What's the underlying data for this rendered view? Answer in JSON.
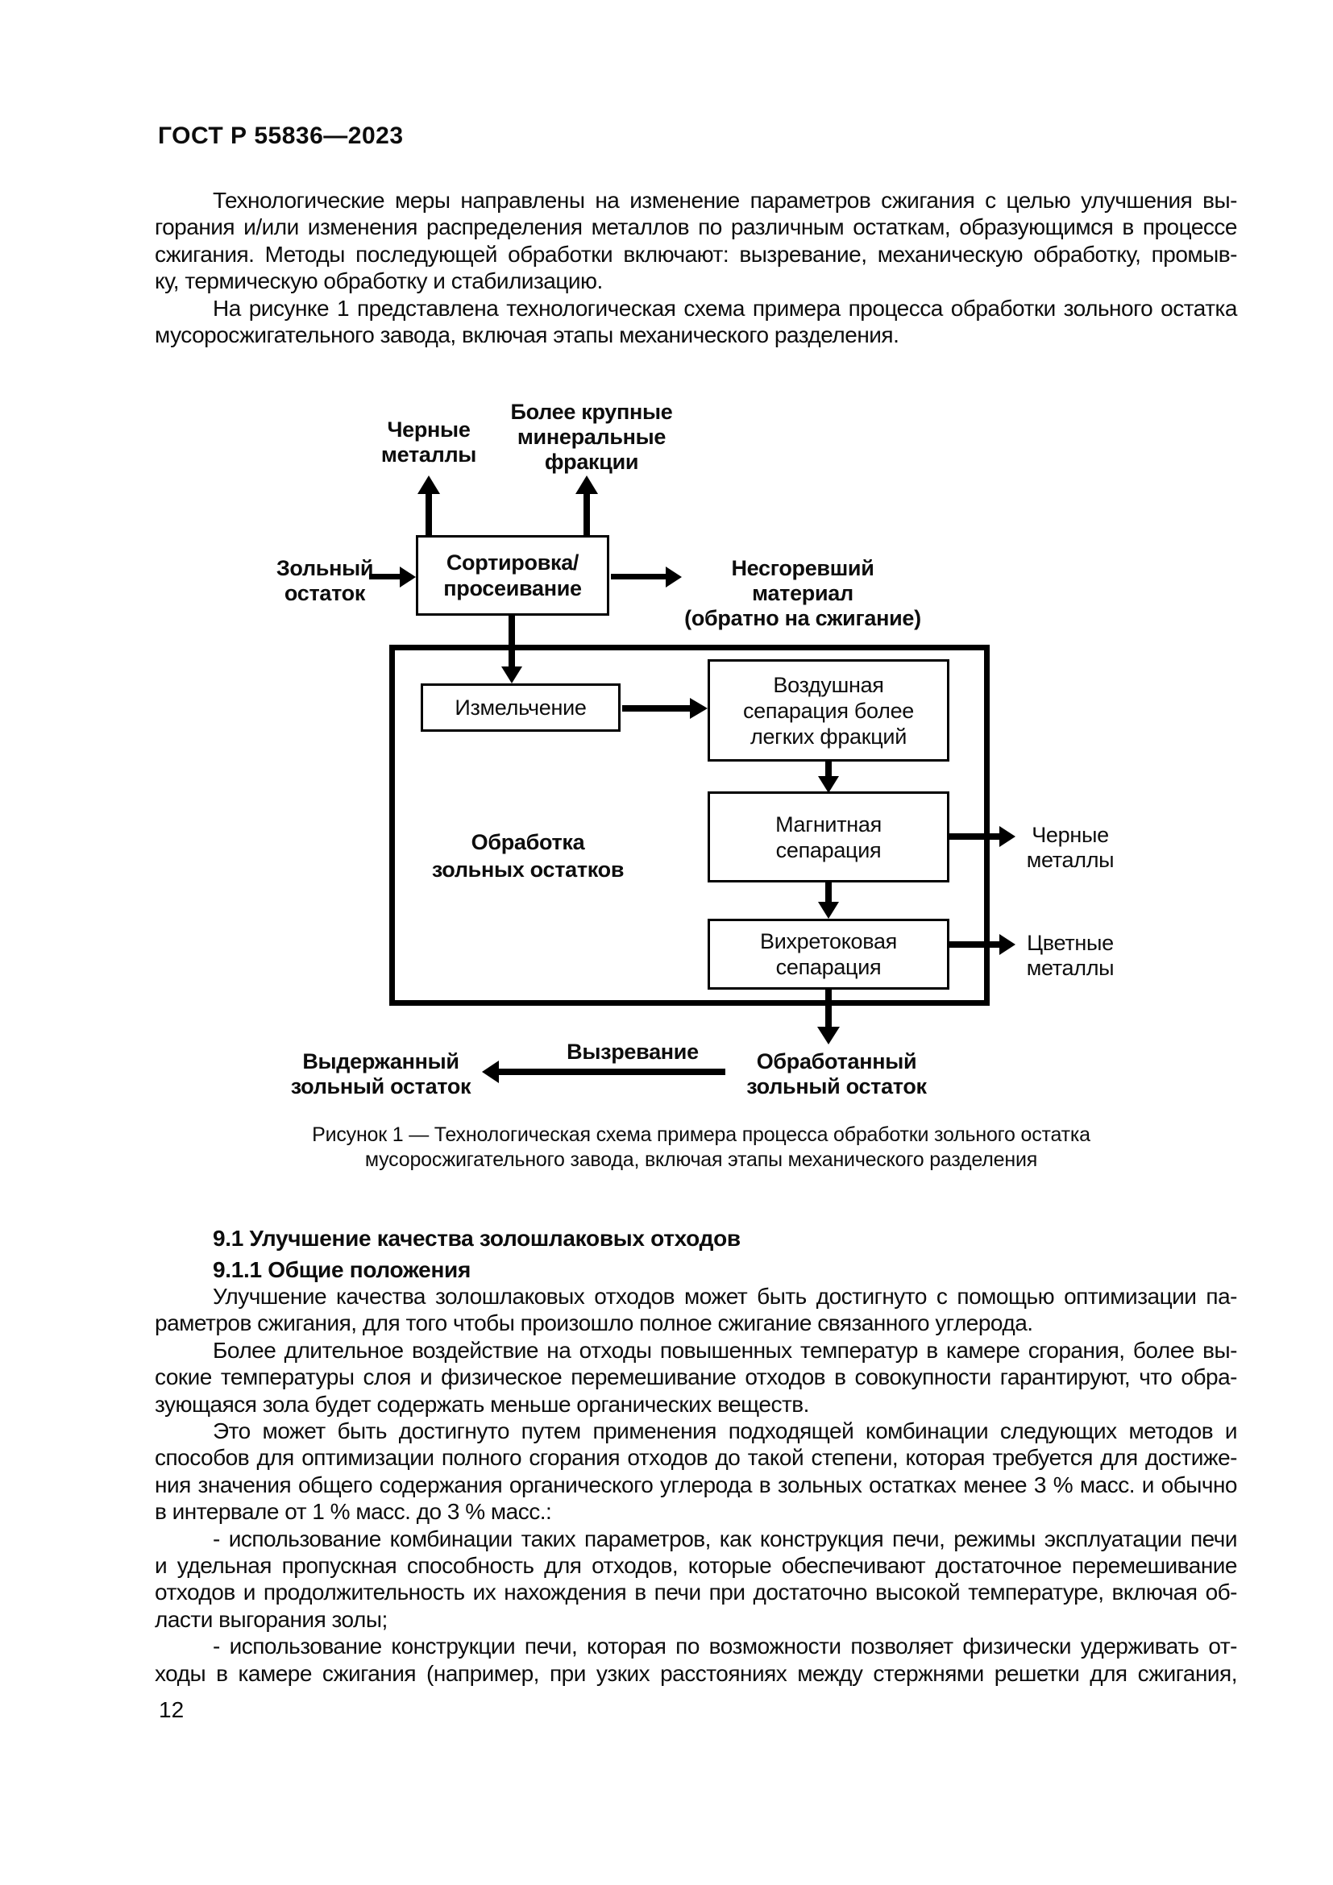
{
  "header": {
    "title": "ГОСТ Р 55836—2023"
  },
  "intro": {
    "para1": [
      "Технологические меры направлены на изменение параметров сжигания с целью улучшения вы-",
      "горания и/или изменения распределения металлов по различным остаткам, образующимся в процессе",
      "сжигания. Методы последующей обработки включают: вызревание, механическую обработку, промыв-",
      "ку, термическую обработку и стабилизацию."
    ],
    "para2": [
      "На рисунке 1 представлена технологическая схема примера процесса обработки зольного остатка",
      "мусоросжигательного завода, включая этапы механического разделения."
    ]
  },
  "figure": {
    "label_ferrous_top": [
      "Черные",
      "металлы"
    ],
    "label_mineral": [
      "Более крупные",
      "минеральные",
      "фракции"
    ],
    "label_ash_input": [
      "Зольный",
      "остаток"
    ],
    "box_sorting": [
      "Сортировка/",
      "просеивание"
    ],
    "label_unburnt": [
      "Несгоревший материал",
      "(обратно на сжигание)"
    ],
    "box_grinding": "Измельчение",
    "box_air_separation": [
      "Воздушная",
      "сепарация более",
      "легких фракций"
    ],
    "box_magnetic": [
      "Магнитная",
      "сепарация"
    ],
    "box_eddy_current": [
      "Вихретоковая",
      "сепарация"
    ],
    "label_treatment": [
      "Обработка",
      "зольных остатков"
    ],
    "label_ferrous_right": [
      "Черные",
      "металлы"
    ],
    "label_nonferrous": [
      "Цветные",
      "металлы"
    ],
    "label_maturation": "Вызревание",
    "label_aged": [
      "Выдержанный",
      "зольный остаток"
    ],
    "label_treated": [
      "Обработанный",
      "зольный остаток"
    ],
    "caption": [
      "Рисунок 1 — Технологическая схема примера процесса обработки зольного остатка",
      "мусоросжигательного завода, включая этапы механического разделения"
    ]
  },
  "sections": {
    "heading1": "9.1 Улучшение качества золошлаковых отходов",
    "heading2": "9.1.1 Общие положения",
    "para_a": [
      "Улучшение качества золошлаковых отходов может быть достигнуто с помощью оптимизации па-",
      "раметров сжигания, для того чтобы произошло полное сжигание связанного углерода."
    ],
    "para_b": [
      "Более длительное воздействие на отходы повышенных температур в камере сгорания, более вы-",
      "сокие температуры слоя и физическое перемешивание отходов в совокупности гарантируют, что обра-",
      "зующаяся зола будет содержать меньше органических веществ."
    ],
    "para_c": [
      "Это может быть достигнуто путем применения подходящей комбинации следующих методов и",
      "способов для оптимизации полного сгорания отходов до такой степени, которая требуется для достиже-",
      "ния значения общего содержания органического углерода в зольных остатках менее 3 % масс. и обычно",
      "в интервале от 1 % масс. до 3 % масс.:"
    ],
    "para_d": [
      "- использование комбинации таких параметров, как конструкция печи, режимы эксплуатации печи",
      "и удельная пропускная способность для отходов, которые обеспечивают достаточное перемешивание",
      "отходов и продолжительность их нахождения в печи при достаточно высокой температуре, включая об-",
      "ласти выгорания золы;"
    ],
    "para_e": [
      "- использование конструкции печи, которая по возможности позволяет физически удерживать от-",
      "ходы в камере сжигания (например, при узких расстояниях между стержнями решетки для сжигания,"
    ]
  },
  "footer": {
    "page_number": "12"
  }
}
